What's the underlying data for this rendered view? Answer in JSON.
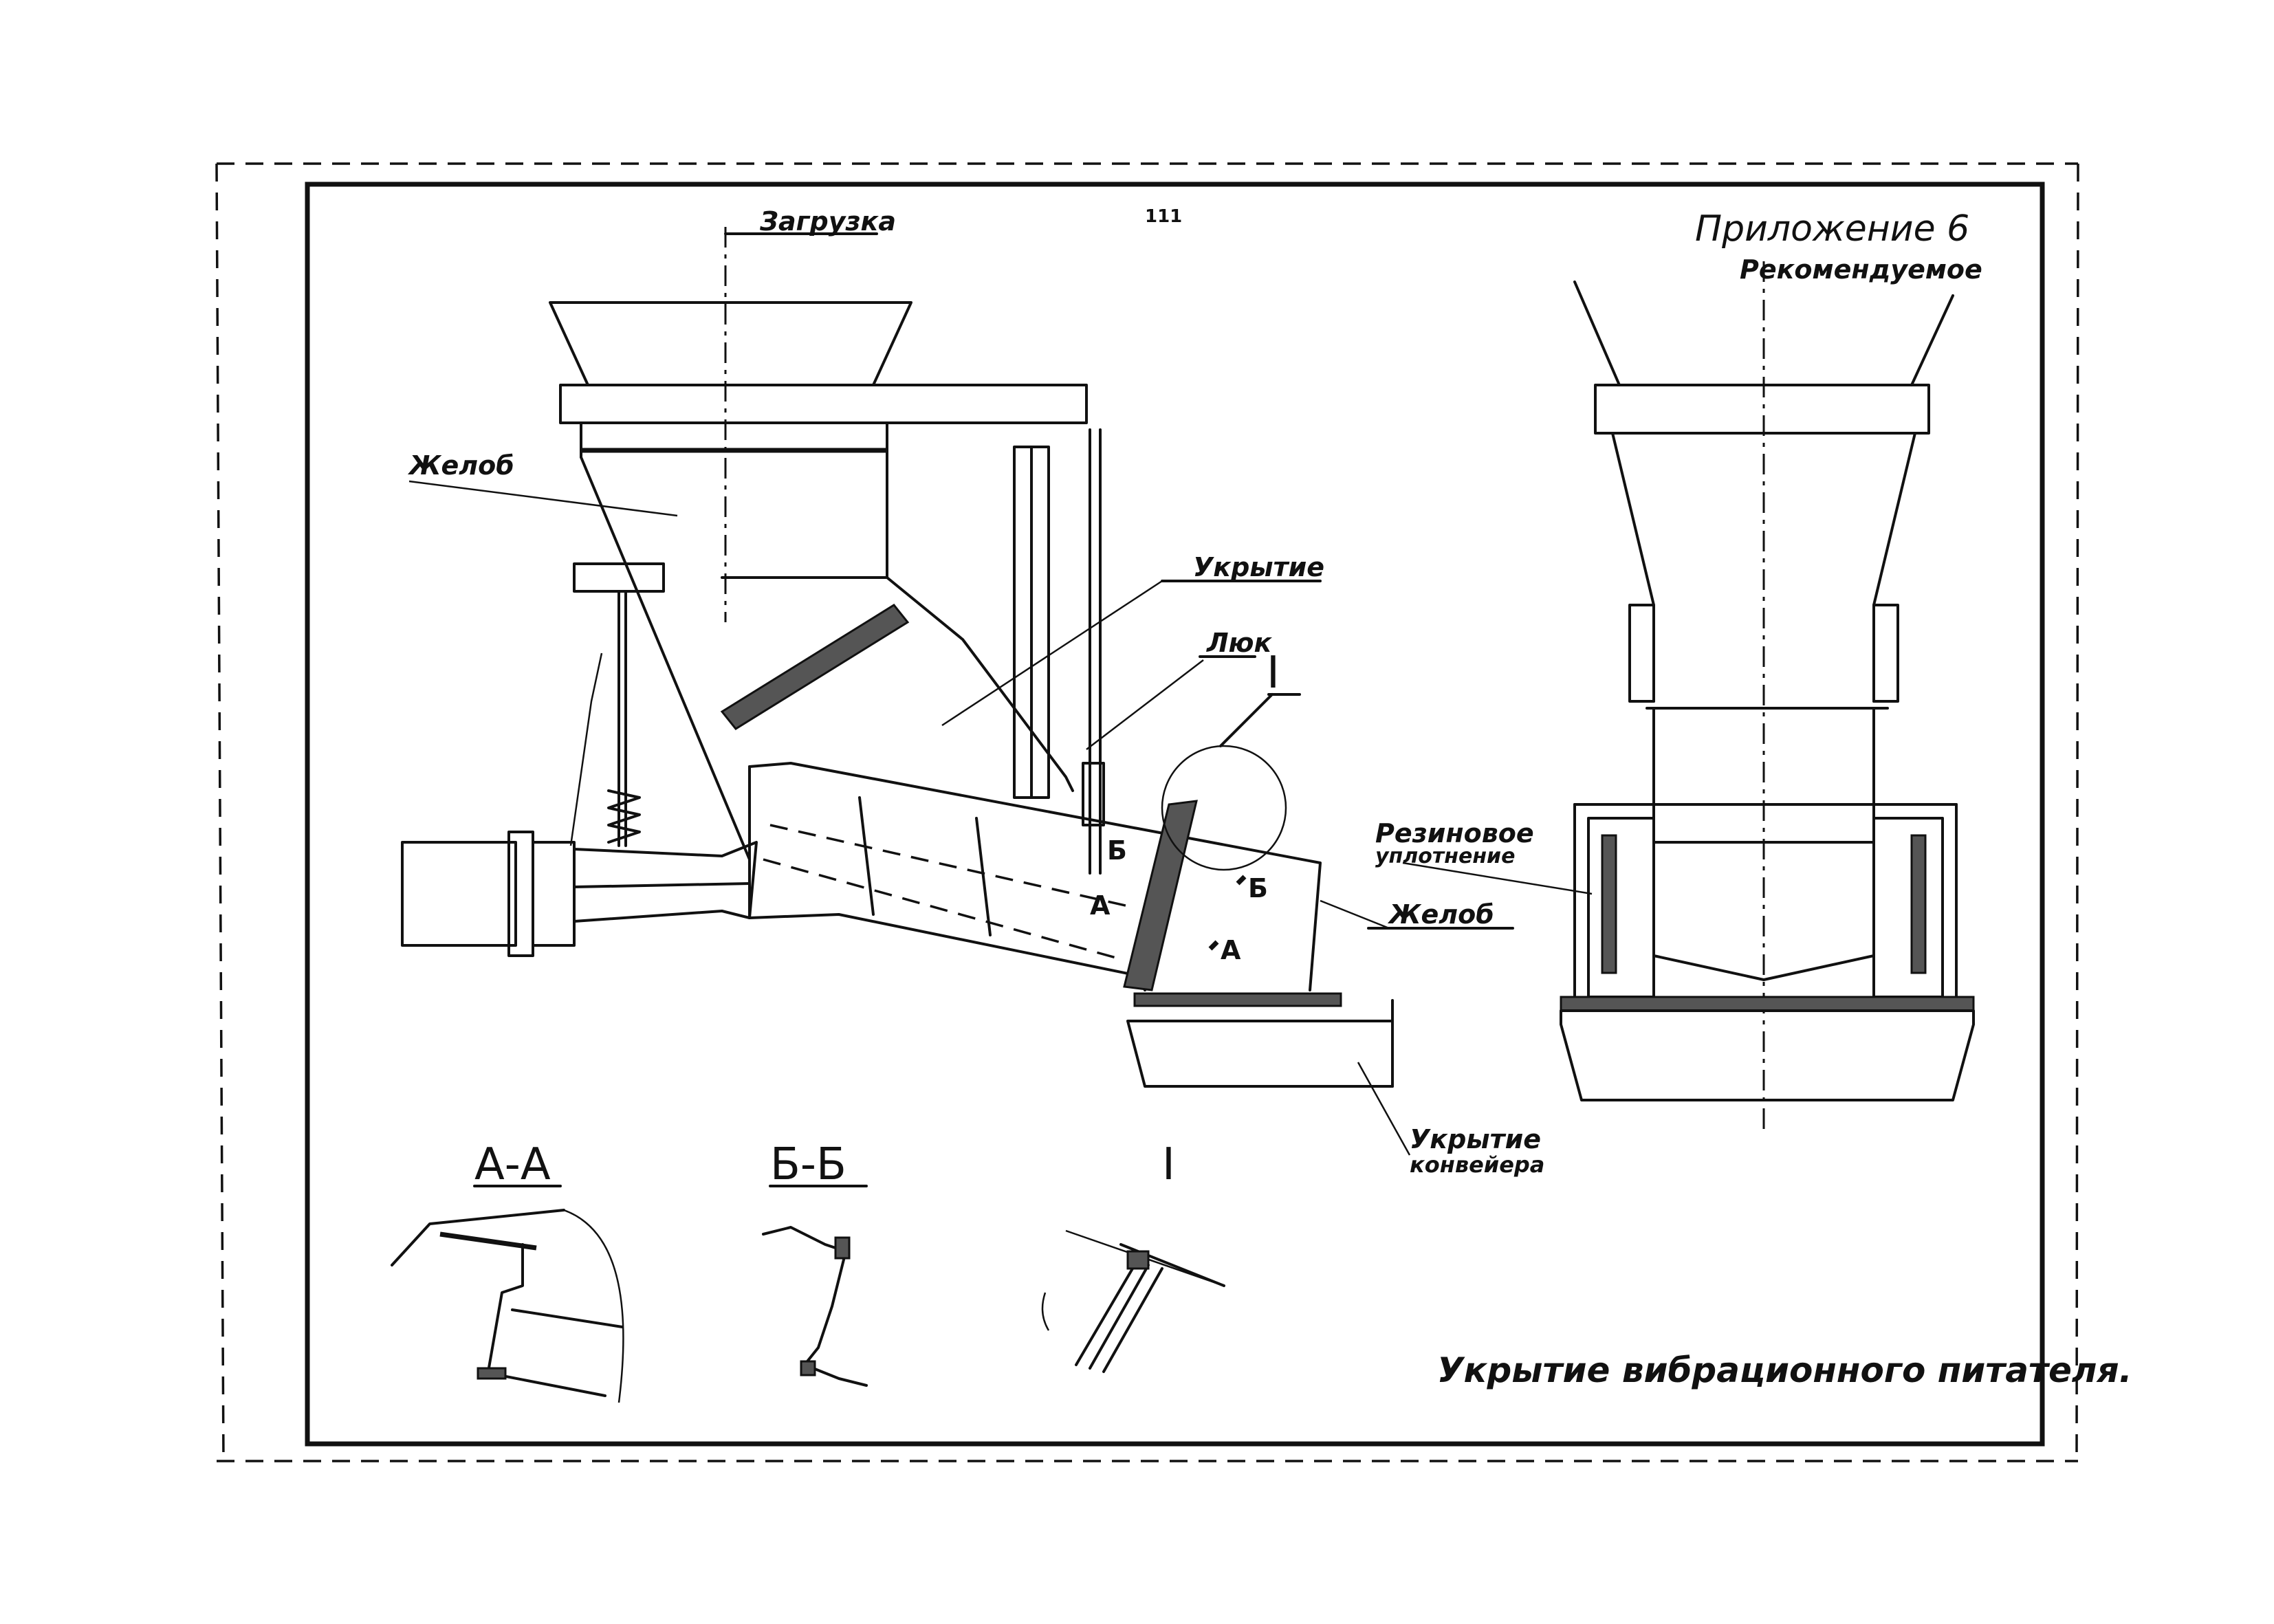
{
  "page_number": "111",
  "appendix": {
    "line1": "Приложение 6",
    "line2": "Рекомендуемое"
  },
  "labels": {
    "loading": "Загрузка",
    "chute_upper": "Желоб",
    "cover": "Укрытие",
    "hatch": "Люк",
    "node_I": "I",
    "chute_lower": "Желоб",
    "rubber_seal_1": "Резиновое",
    "rubber_seal_2": "уплотнение",
    "conveyor_cover_1": "Укрытие",
    "conveyor_cover_2": "конвейера",
    "cut_b_left": "Б",
    "cut_b_right": "Б",
    "cut_a_left": "А",
    "cut_a_right": "А"
  },
  "sections": {
    "aa": "А-А",
    "bb": "Б-Б",
    "one": "I"
  },
  "title": "Укрытие вибрационного питателя."
}
